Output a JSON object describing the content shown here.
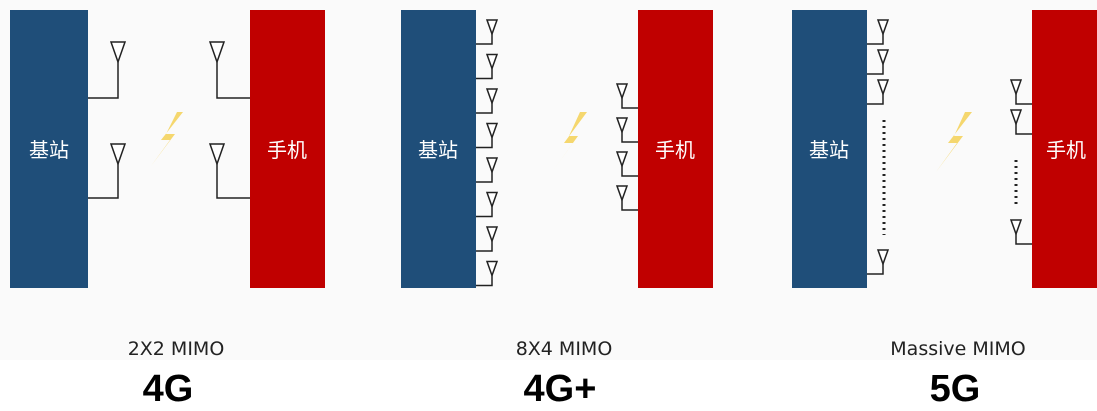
{
  "colors": {
    "base_station": "#1f4e79",
    "phone": "#c00000",
    "wire": "#222222",
    "lightning": "#f5d76e"
  },
  "panels": [
    {
      "base_label": "基站",
      "phone_label": "手机",
      "caption": "2X2 MIMO",
      "generation": "4G",
      "base_antennas": 2,
      "phone_antennas": 2
    },
    {
      "base_label": "基站",
      "phone_label": "手机",
      "caption": "8X4 MIMO",
      "generation": "4G+",
      "base_antennas": 8,
      "phone_antennas": 4
    },
    {
      "base_label": "基站",
      "phone_label": "手机",
      "caption": "Massive MIMO",
      "generation": "5G",
      "base_antennas": "many",
      "phone_antennas": "many"
    }
  ]
}
